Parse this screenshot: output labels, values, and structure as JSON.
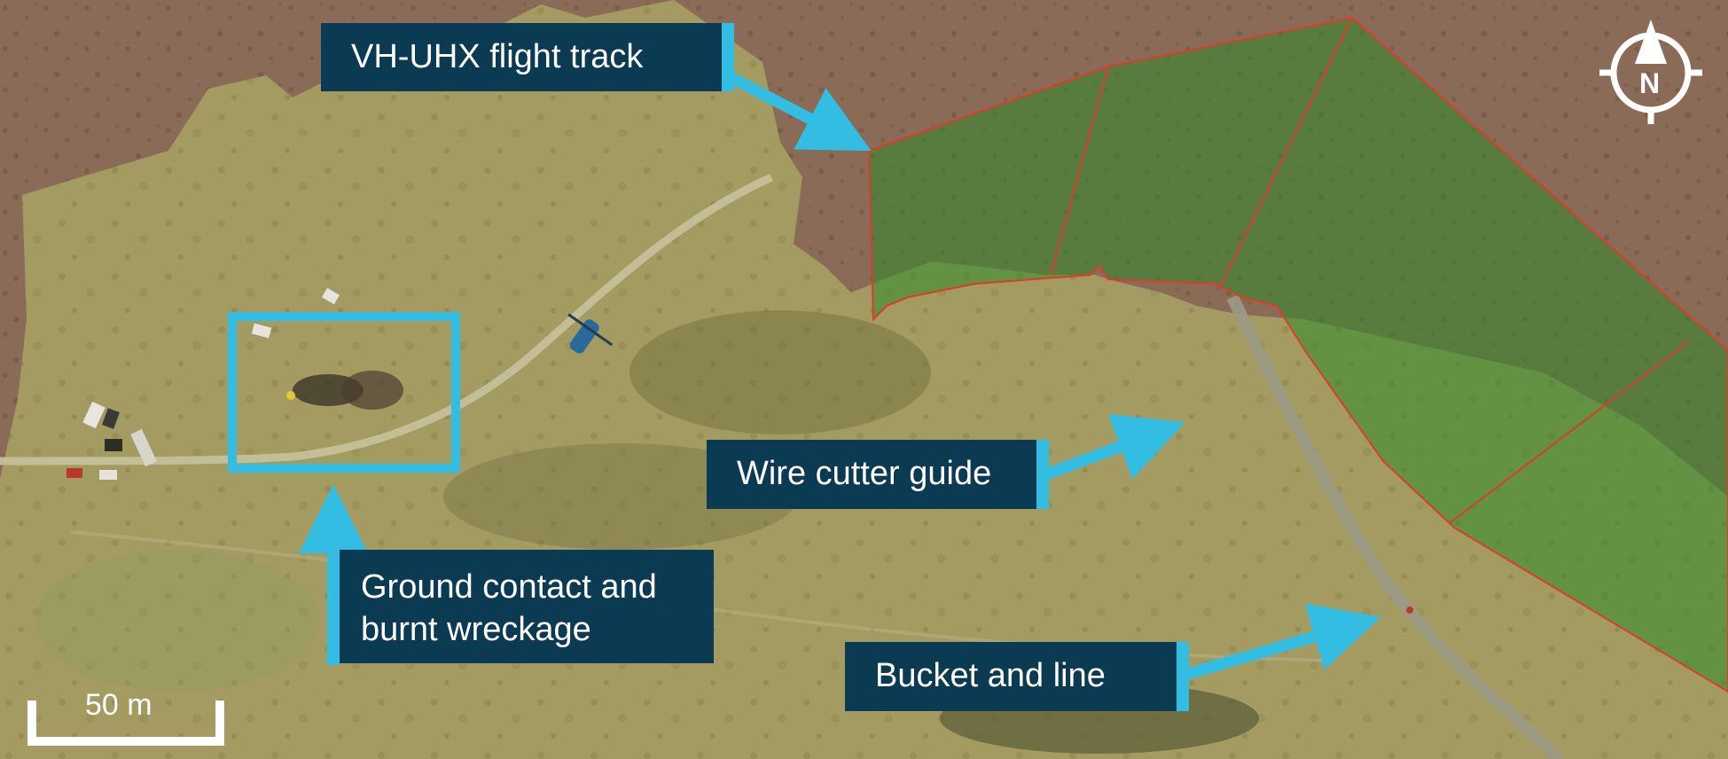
{
  "callouts": {
    "flight_track": "VH-UHX flight track",
    "wire_cutter": "Wire cutter guide",
    "ground_contact": "Ground contact and burnt wreckage",
    "bucket": "Bucket and line"
  },
  "scale_bar": {
    "label": "50 m"
  },
  "compass": {
    "icon": "north-arrow-icon",
    "label": "N"
  },
  "colors": {
    "callout_bg": "#0b3a53",
    "accent": "#33bde3",
    "flight_track_fill": "#2f8a2a",
    "flight_track_edge": "#e03a2a",
    "terrain_pale": "#a19a5e",
    "terrain_brown": "#8a6a55"
  }
}
